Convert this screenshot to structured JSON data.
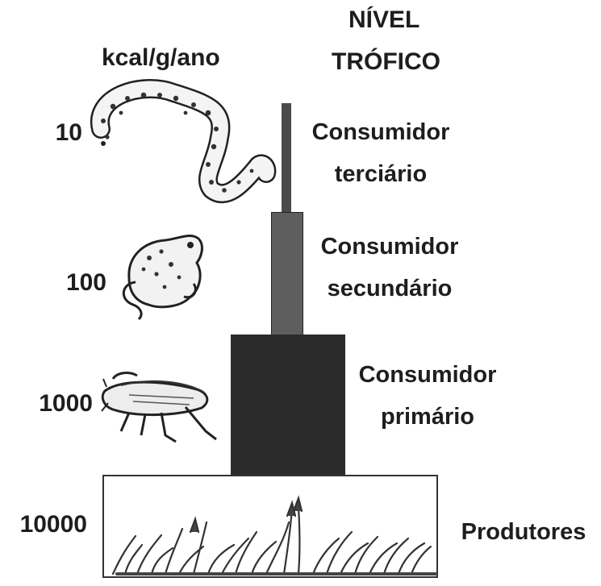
{
  "header": {
    "unit_label": "kcal/g/ano",
    "level_title_line1": "NÍVEL",
    "level_title_line2": "TRÓFICO"
  },
  "levels": [
    {
      "value": "10",
      "name_line1": "Consumidor",
      "name_line2": "terciário",
      "animal": "snake-icon"
    },
    {
      "value": "100",
      "name_line1": "Consumidor",
      "name_line2": "secundário",
      "animal": "frog-icon"
    },
    {
      "value": "1000",
      "name_line1": "Consumidor",
      "name_line2": "primário",
      "animal": "grasshopper-icon"
    },
    {
      "value": "10000",
      "name_line1": "Produtores",
      "name_line2": "",
      "animal": "grass-icon"
    }
  ],
  "chart_data": {
    "type": "bar",
    "categories": [
      "Produtores",
      "Consumidor primário",
      "Consumidor secundário",
      "Consumidor terciário"
    ],
    "values": [
      10000,
      1000,
      100,
      10
    ],
    "ylabel": "kcal/g/ano",
    "xlabel": "NÍVEL TRÓFICO"
  },
  "colors": {
    "primary_bar": "#2b2b2b",
    "secondary_bar": "#5e5e5e",
    "tertiary_bar": "#4a4a4a",
    "text": "#1e1e1e"
  }
}
